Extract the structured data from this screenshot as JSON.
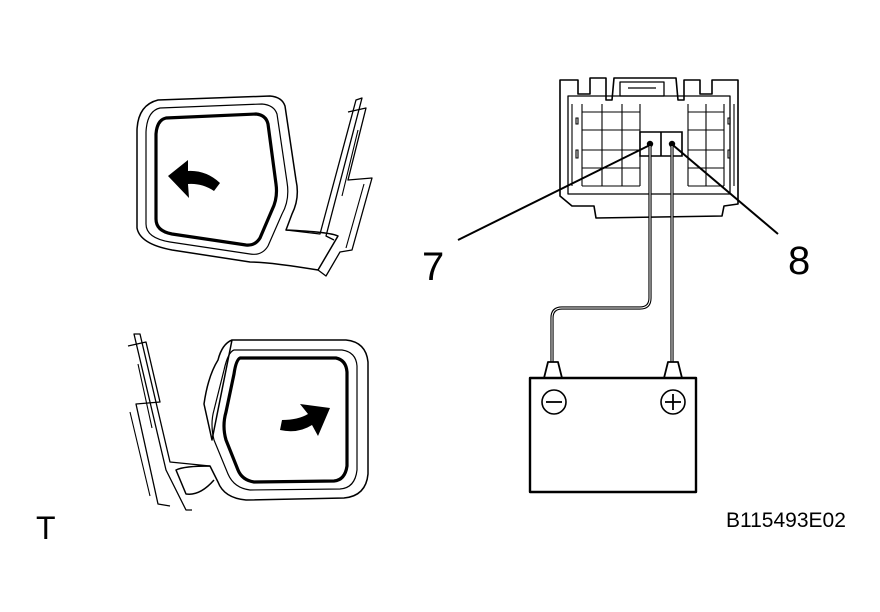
{
  "labels": {
    "pin_left": "7",
    "pin_right": "8",
    "orientation_mark": "T",
    "figure_code": "B115493E02"
  },
  "icons": {
    "mirror_top": "side-mirror-icon",
    "mirror_bottom": "side-mirror-icon",
    "arrow_top": "curved-arrow-left-icon",
    "arrow_bottom": "curved-arrow-right-icon",
    "connector": "electrical-connector-icon",
    "battery": "battery-icon",
    "negative_terminal": "minus-icon",
    "positive_terminal": "plus-icon"
  },
  "colors": {
    "line": "#000000",
    "background": "#ffffff"
  }
}
